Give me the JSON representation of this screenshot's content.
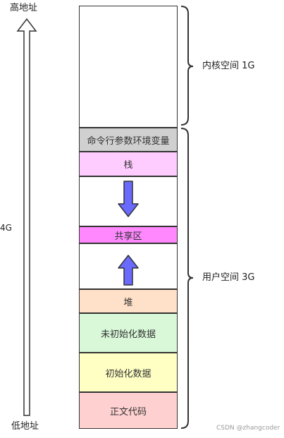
{
  "labels": {
    "high_address": "高地址",
    "low_address": "低地址",
    "total": "4G",
    "kernel_space": "内核空间 1G",
    "user_space": "用户空间 3G",
    "watermark": "CSDN @zhangcoder"
  },
  "segments": [
    {
      "label": "",
      "color": "#ffffff"
    },
    {
      "label": "命令行参数环境变量",
      "color": "#d0d0d0"
    },
    {
      "label": "栈",
      "color": "#ffccff"
    },
    {
      "label": "",
      "color": "#ffffff"
    },
    {
      "label": "共享区",
      "color": "#ff88ff"
    },
    {
      "label": "",
      "color": "#ffffff"
    },
    {
      "label": "堆",
      "color": "#ffe0c8"
    },
    {
      "label": "未初始化数据",
      "color": "#d8f8d8"
    },
    {
      "label": "初始化数据",
      "color": "#ffffc4"
    },
    {
      "label": "正文代码",
      "color": "#ffd0d0"
    }
  ],
  "arrows": {
    "stack_growth": "down",
    "heap_growth": "up",
    "color": "#6a6aff"
  }
}
